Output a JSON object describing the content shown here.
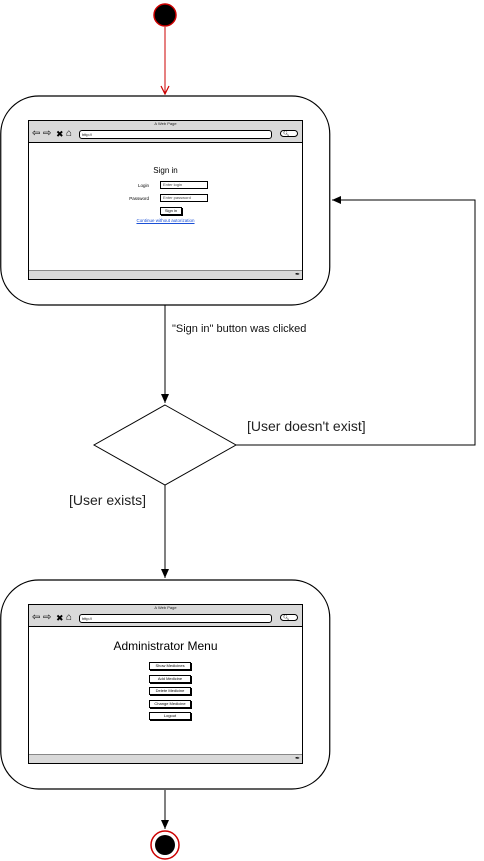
{
  "edges": {
    "signin_clicked": "\"Sign in\" button was clicked",
    "user_not_exist": "[User doesn't exist]",
    "user_exists": "[User exists]"
  },
  "signin_state": {
    "window_title": "A Web Page",
    "url": "http://",
    "heading": "Sign in",
    "login_label": "Login",
    "login_placeholder": "Enter login",
    "password_label": "Password",
    "password_placeholder": "Enter password",
    "signin_button": "Sign in",
    "continue_link": "Continue without autorization"
  },
  "admin_state": {
    "window_title": "A Web Page",
    "url": "http://",
    "heading": "Administrator Menu",
    "buttons": [
      "Show Medicines",
      "Add Medicine",
      "Delete Medicine",
      "Change Medicine",
      "Logout"
    ]
  },
  "colors": {
    "start_arrow": "#cc0000",
    "end_ring": "#cc0000",
    "node_fill": "#000000",
    "line": "#000000",
    "link": "#1a4fd6"
  },
  "icons": [
    "back-arrow-icon",
    "forward-arrow-icon",
    "stop-icon",
    "home-icon",
    "search-icon",
    "feather-icon"
  ]
}
